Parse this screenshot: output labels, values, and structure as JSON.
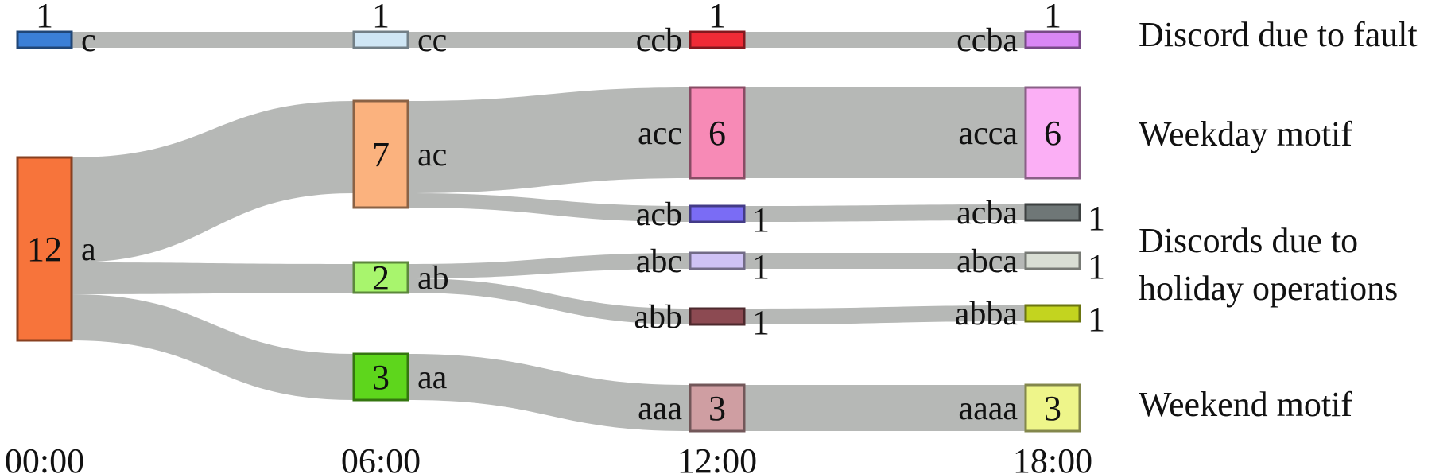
{
  "diagram": {
    "type": "sankey",
    "time_axis": [
      "00:00",
      "06:00",
      "12:00",
      "18:00"
    ],
    "nodes": [
      {
        "id": "c",
        "label": "c",
        "count": 1,
        "column": 0,
        "color": "#3b7fd6"
      },
      {
        "id": "a",
        "label": "a",
        "count": 12,
        "column": 0,
        "color": "#f7743b"
      },
      {
        "id": "cc",
        "label": "cc",
        "count": 1,
        "column": 1,
        "color": "#cfe6f5"
      },
      {
        "id": "ac",
        "label": "ac",
        "count": 7,
        "column": 1,
        "color": "#fbb27e"
      },
      {
        "id": "ab",
        "label": "ab",
        "count": 2,
        "column": 1,
        "color": "#a8f56d"
      },
      {
        "id": "aa",
        "label": "aa",
        "count": 3,
        "column": 1,
        "color": "#5ed61c"
      },
      {
        "id": "ccb",
        "label": "ccb",
        "count": 1,
        "column": 2,
        "color": "#ef2b36"
      },
      {
        "id": "acc",
        "label": "acc",
        "count": 6,
        "column": 2,
        "color": "#f78ab6"
      },
      {
        "id": "acb",
        "label": "acb",
        "count": 1,
        "column": 2,
        "color": "#7a6cf5"
      },
      {
        "id": "abc",
        "label": "abc",
        "count": 1,
        "column": 2,
        "color": "#cfc2f5"
      },
      {
        "id": "abb",
        "label": "abb",
        "count": 1,
        "column": 2,
        "color": "#8c4a52"
      },
      {
        "id": "aaa",
        "label": "aaa",
        "count": 3,
        "column": 2,
        "color": "#cf9ea2"
      },
      {
        "id": "ccba",
        "label": "ccba",
        "count": 1,
        "column": 3,
        "color": "#d987f5"
      },
      {
        "id": "acca",
        "label": "acca",
        "count": 6,
        "column": 3,
        "color": "#fbaff5"
      },
      {
        "id": "acba",
        "label": "acba",
        "count": 1,
        "column": 3,
        "color": "#6f7777"
      },
      {
        "id": "abca",
        "label": "abca",
        "count": 1,
        "column": 3,
        "color": "#d9ded4"
      },
      {
        "id": "abba",
        "label": "abba",
        "count": 1,
        "column": 3,
        "color": "#c3d41f"
      },
      {
        "id": "aaaa",
        "label": "aaaa",
        "count": 3,
        "column": 3,
        "color": "#eef58a"
      }
    ],
    "links": [
      {
        "source": "c",
        "target": "cc",
        "value": 1
      },
      {
        "source": "cc",
        "target": "ccb",
        "value": 1
      },
      {
        "source": "ccb",
        "target": "ccba",
        "value": 1
      },
      {
        "source": "a",
        "target": "ac",
        "value": 7
      },
      {
        "source": "a",
        "target": "ab",
        "value": 2
      },
      {
        "source": "a",
        "target": "aa",
        "value": 3
      },
      {
        "source": "ac",
        "target": "acc",
        "value": 6
      },
      {
        "source": "ac",
        "target": "acb",
        "value": 1
      },
      {
        "source": "ab",
        "target": "abc",
        "value": 1
      },
      {
        "source": "ab",
        "target": "abb",
        "value": 1
      },
      {
        "source": "aa",
        "target": "aaa",
        "value": 3
      },
      {
        "source": "acc",
        "target": "acca",
        "value": 6
      },
      {
        "source": "acb",
        "target": "acba",
        "value": 1
      },
      {
        "source": "abc",
        "target": "abca",
        "value": 1
      },
      {
        "source": "abb",
        "target": "abba",
        "value": 1
      },
      {
        "source": "aaa",
        "target": "aaaa",
        "value": 3
      }
    ],
    "categories": [
      {
        "id": "fault",
        "lines": [
          "Discord due to fault"
        ]
      },
      {
        "id": "weekday",
        "lines": [
          "Weekday motif"
        ]
      },
      {
        "id": "holiday",
        "lines": [
          "Discords due to",
          "holiday operations"
        ]
      },
      {
        "id": "weekend",
        "lines": [
          "Weekend motif"
        ]
      }
    ]
  }
}
